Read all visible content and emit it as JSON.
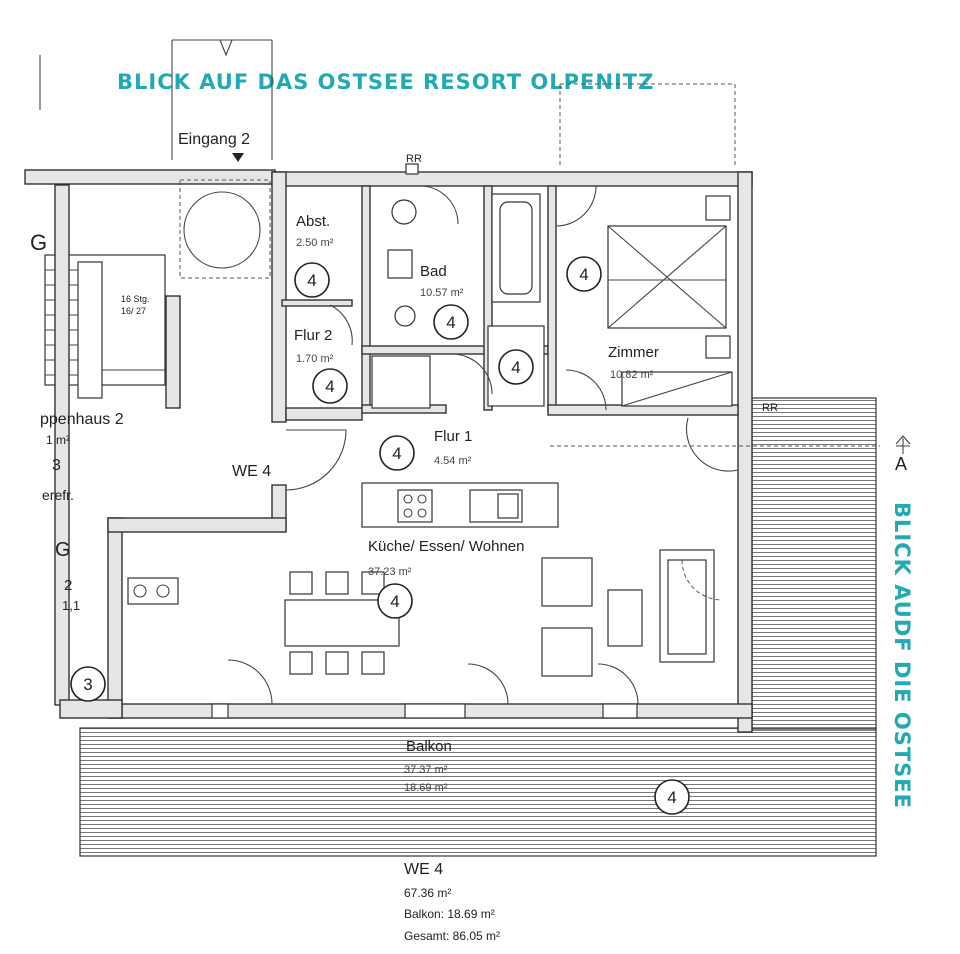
{
  "view_labels": {
    "top": "BLICK AUF DAS OSTSEE RESORT OLPENITZ",
    "right": "BLICK AUDF DIE OSTSEE"
  },
  "plan": {
    "entrance": "Eingang 2",
    "stair_note_1": "16 Stg.",
    "stair_note_2": "16/ 27",
    "corner_tag_top": "RR",
    "corner_tag_right": "RR",
    "section_marker": "A",
    "unit_label": "WE 4",
    "neighbor": {
      "stairhouse_label": "ppenhaus 2",
      "stairhouse_area": "1 m²",
      "stairhouse_num": "3",
      "stairhouse_note": "erefr.",
      "left_g_top": "G",
      "left_g_mid": "G",
      "left_num_2": "2",
      "left_num_1": "1,1",
      "left_badge_3": "3"
    },
    "rooms": [
      {
        "id": "abst",
        "name": "Abst.",
        "area": "2.50 m²"
      },
      {
        "id": "bad",
        "name": "Bad",
        "area": "10.57 m²"
      },
      {
        "id": "flur2",
        "name": "Flur 2",
        "area": "1.70 m²"
      },
      {
        "id": "zimmer",
        "name": "Zimmer",
        "area": "10.82 m²"
      },
      {
        "id": "flur1",
        "name": "Flur 1",
        "area": "4.54 m²"
      },
      {
        "id": "kueche",
        "name": "Küche/ Essen/ Wohnen",
        "area": "37.23 m²"
      },
      {
        "id": "balkon",
        "name": "Balkon",
        "area": "37.37 m²",
        "area2": "18.69 m²"
      }
    ],
    "badge": "4",
    "summary": {
      "unit": "WE 4",
      "area": "67.36 m²",
      "balcony": "Balkon: 18.69 m²",
      "total": "Gesamt: 86.05 m²"
    }
  }
}
